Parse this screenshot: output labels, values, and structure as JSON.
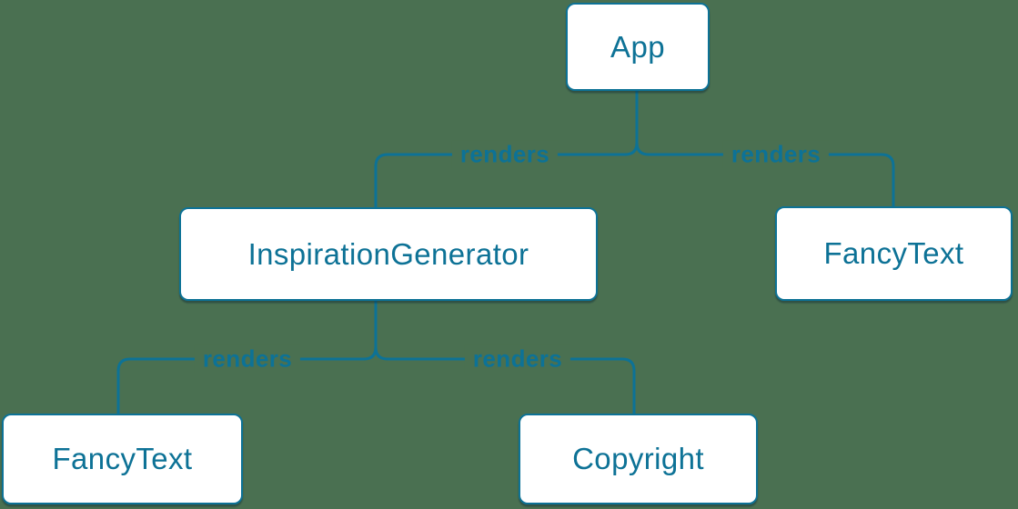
{
  "colors": {
    "background": "#4a7051",
    "accent": "#0d7296",
    "node_fill": "#ffffff"
  },
  "nodes": [
    {
      "id": "app",
      "label": "App"
    },
    {
      "id": "inspiration-generator",
      "label": "InspirationGenerator"
    },
    {
      "id": "fancy-text-top",
      "label": "FancyText"
    },
    {
      "id": "fancy-text-bottom",
      "label": "FancyText"
    },
    {
      "id": "copyright",
      "label": "Copyright"
    }
  ],
  "edges": [
    {
      "from": "App",
      "to": "InspirationGenerator",
      "label": "renders"
    },
    {
      "from": "App",
      "to": "FancyText",
      "label": "renders"
    },
    {
      "from": "InspirationGenerator",
      "to": "FancyText",
      "label": "renders"
    },
    {
      "from": "InspirationGenerator",
      "to": "Copyright",
      "label": "renders"
    }
  ]
}
